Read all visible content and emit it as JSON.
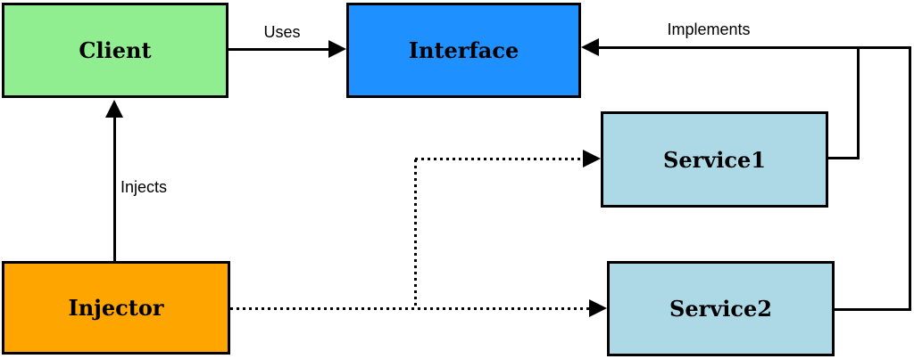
{
  "diagram": {
    "type": "class-diagram-dependency-injection",
    "nodes": {
      "client": {
        "label": "Client",
        "fill": "#90EE90"
      },
      "interface": {
        "label": "Interface",
        "fill": "#1E90FF"
      },
      "service1": {
        "label": "Service1",
        "fill": "#ADD8E6"
      },
      "service2": {
        "label": "Service2",
        "fill": "#ADD8E6"
      },
      "injector": {
        "label": "Injector",
        "fill": "#FFA500"
      }
    },
    "edges": {
      "uses": {
        "label": "Uses",
        "from": "Client",
        "to": "Interface",
        "style": "solid-arrow"
      },
      "implements": {
        "label": "Implements",
        "from": "Service1, Service2",
        "to": "Interface",
        "style": "solid-arrow"
      },
      "injects": {
        "label": "Injects",
        "from": "Injector",
        "to": "Client",
        "style": "solid-arrow"
      },
      "inject_service1": {
        "label": "",
        "from": "Injector",
        "to": "Service1",
        "style": "dotted-arrow"
      },
      "inject_service2": {
        "label": "",
        "from": "Injector",
        "to": "Service2",
        "style": "dotted-arrow"
      }
    },
    "colors": {
      "line": "#000000",
      "background": "#FFFFFF",
      "border": "#000000"
    }
  }
}
